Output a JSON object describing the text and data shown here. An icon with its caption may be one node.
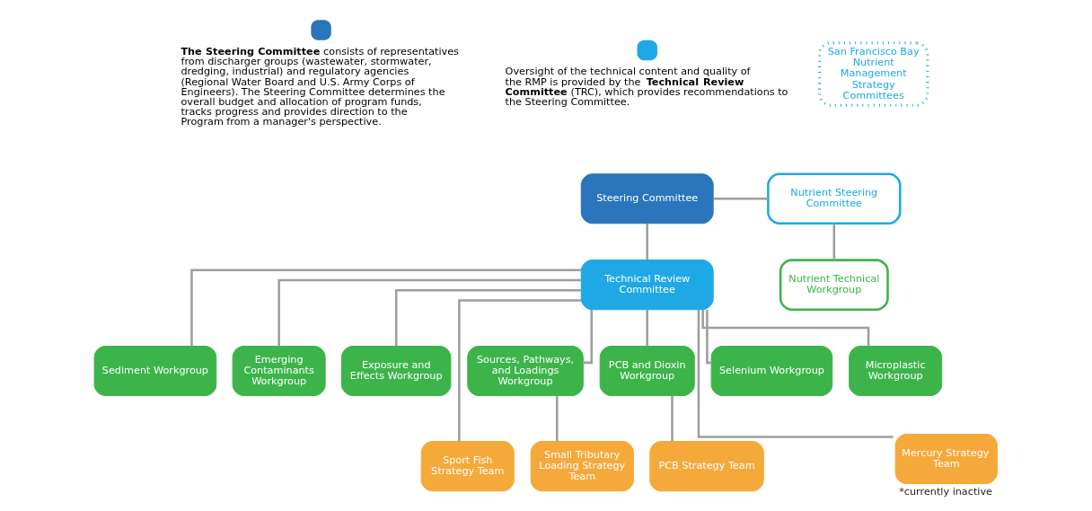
{
  "diagram": {
    "nodes": [
      {
        "text": [
          "San Francisco Bay Nutrient Management Strategy Committees"
        ]
      },
      {
        "text": [
          "Steering Committee"
        ]
      },
      {
        "text": [
          "Nutrient Steering Committee"
        ]
      },
      {
        "text": [
          "Technical Review Committee"
        ]
      },
      {
        "text": [
          "Nutrient Technical Workgroup"
        ]
      },
      {
        "text": [
          "Sediment Workgroup"
        ]
      },
      {
        "text": [
          "Emerging Contaminants Workgroup"
        ]
      },
      {
        "text": [
          "Exposure and Effects Workgroup"
        ]
      },
      {
        "text": [
          "Sources, Pathways, and Loadings Workgroup"
        ]
      },
      {
        "text": [
          "PCB and Dioxin Workgroup"
        ]
      },
      {
        "text": [
          "Selenium Workgroup"
        ]
      },
      {
        "text": [
          "Microplastic Workgroup"
        ]
      },
      {
        "text": [
          "Sport Fish Strategy Team"
        ]
      },
      {
        "text": [
          "Small Tributary Loading Strategy Team"
        ]
      },
      {
        "text": [
          "PCB Strategy Team"
        ]
      },
      {
        "text": [
          "Mercury Strategy Team"
        ],
        "beside": [
          "*currently inactive"
        ]
      }
    ],
    "edges": [
      {
        "from": 1,
        "to": 2,
        "arrow": "none"
      },
      {
        "from": 1,
        "to": 3,
        "arrow": "none"
      },
      {
        "from": 2,
        "to": 4,
        "arrow": "none"
      },
      {
        "from": 3,
        "to": 5,
        "arrow": "none"
      },
      {
        "from": 3,
        "to": 6,
        "arrow": "none"
      },
      {
        "from": 3,
        "to": 12,
        "arrow": "none"
      },
      {
        "from": 3,
        "to": 7,
        "arrow": "none"
      },
      {
        "from": 3,
        "to": 8,
        "arrow": "none"
      },
      {
        "from": 3,
        "to": 9,
        "arrow": "none"
      },
      {
        "from": 3,
        "to": 10,
        "arrow": "none"
      },
      {
        "from": 3,
        "to": 15,
        "arrow": "none"
      },
      {
        "from": 3,
        "to": 11,
        "arrow": "none"
      },
      {
        "from": 8,
        "to": 13,
        "arrow": "none"
      },
      {
        "from": 9,
        "to": 14,
        "arrow": "none"
      }
    ],
    "legend": [
      {
        "text": "**The Steering Committee** consists of representatives from discharger groups (wastewater, stormwater, dredging, industrial) and regulatory agencies (Regional Water Board and U.S. Army Corps of Engineers). The Steering Committee determines the overall budget and allocation of program funds, tracks progress and provides direction to the Program from a manager's perspective.",
        "color": "#2a75bb"
      },
      {
        "text": "Oversight of the technical content and quality of the RMP is provided by the **Technical Review Committee** (TRC), which provides recommendations to the Steering Committee.",
        "color": "#1ea8e6"
      }
    ]
  }
}
